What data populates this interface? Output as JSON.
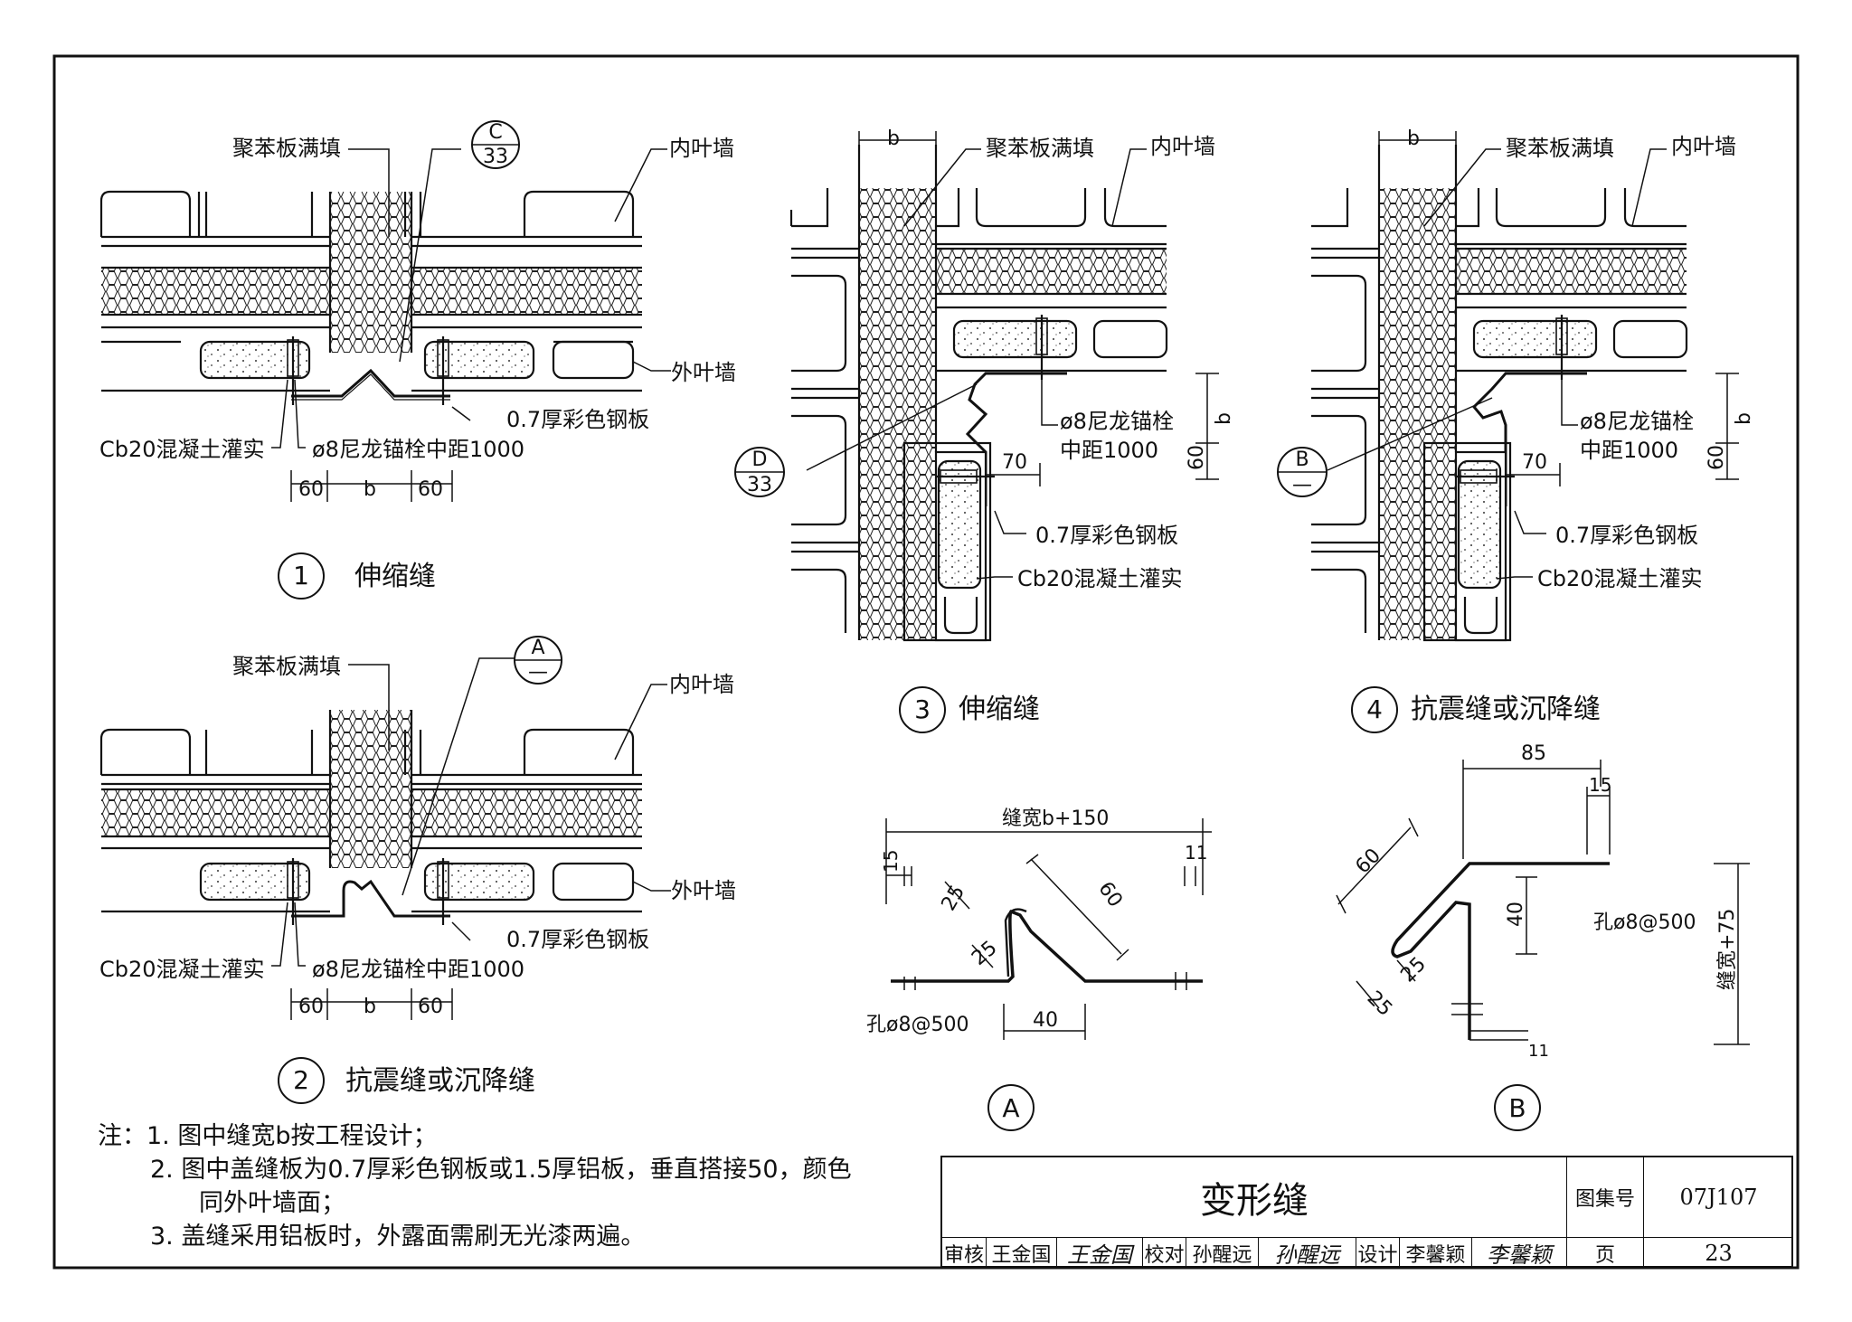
{
  "labels": {
    "eps": "聚苯板满填",
    "inner_wall": "内叶墙",
    "outer_wall": "外叶墙",
    "concrete": "Cb20混凝土灌实",
    "anchor_1000": "ø8尼龙锚栓中距1000",
    "anchor": "ø8尼龙锚栓",
    "spacing_1000": "中距1000",
    "steel_plate": "0.7厚彩色钢板",
    "dim_60": "60",
    "dim_b": "b",
    "dim_70": "70"
  },
  "refs": {
    "c_top": "C",
    "c_bottom": "33",
    "a_top": "A",
    "a_bottom": "—",
    "d_top": "D",
    "d_bottom": "33",
    "b_top": "B",
    "b_bottom": "—"
  },
  "details": [
    {
      "num": "1",
      "title": "伸缩缝"
    },
    {
      "num": "2",
      "title": "抗震缝或沉降缝"
    },
    {
      "num": "3",
      "title": "伸缩缝"
    },
    {
      "num": "4",
      "title": "抗震缝或沉降缝"
    }
  ],
  "profile_a": {
    "label": "A",
    "width_label": "缝宽b+150",
    "d15": "15",
    "d11": "11",
    "d25a": "25",
    "d25b": "25",
    "d60": "60",
    "d40": "40",
    "hole": "孔ø8@500"
  },
  "profile_b": {
    "label": "B",
    "d85": "85",
    "d15": "15",
    "d60": "60",
    "d40": "40",
    "d25a": "25",
    "d25b": "25",
    "d11": "11",
    "hole": "孔ø8@500",
    "height_label": "缝宽+75"
  },
  "notes": [
    "注：1.  图中缝宽b按工程设计；",
    "2.  图中盖缝板为0.7厚彩色钢板或1.5厚铝板，垂直搭接50，颜色",
    "同外叶墙面；",
    "3.  盖缝采用铝板时，外露面需刷无光漆两遍。"
  ],
  "title_block": {
    "title": "变形缝",
    "atlas_label": "图集号",
    "atlas_no": "07J107",
    "review_label": "审核",
    "reviewer": "王金国",
    "review_sign": "王金国",
    "check_label": "校对",
    "checker": "孙醒远",
    "check_sign": "孙醒远",
    "design_label": "设计",
    "designer": "李馨颖",
    "design_sign": "李馨颖",
    "page_label": "页",
    "page_no": "23"
  },
  "colors": {
    "ink": "#111111",
    "paper": "#ffffff"
  }
}
